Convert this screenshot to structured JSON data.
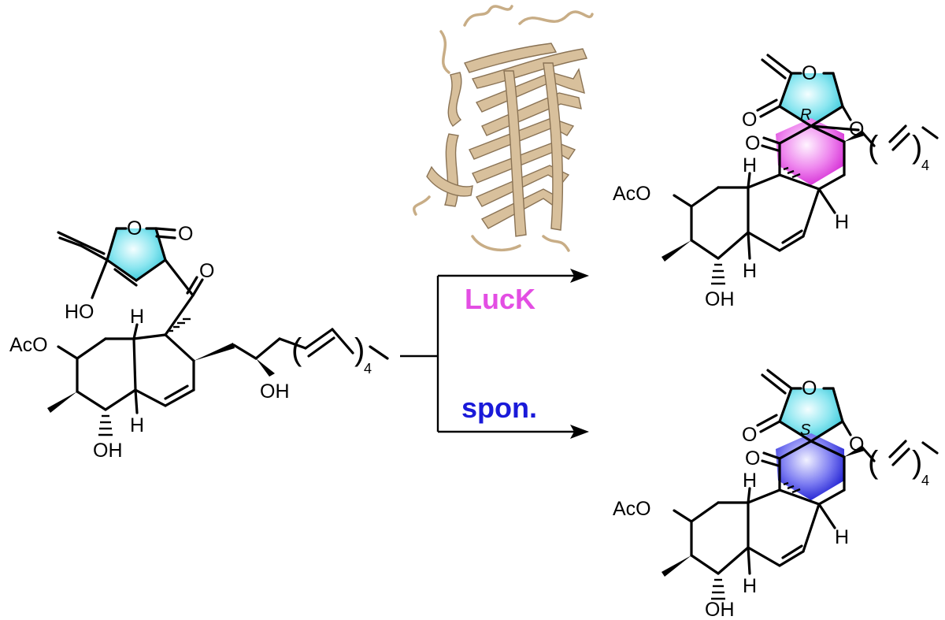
{
  "reaction": {
    "enzyme_label": "LucK",
    "spontaneous_label": "spon.",
    "colors": {
      "enzyme": "#e34ee3",
      "spontaneous": "#1a1ad9",
      "furanone_ring": "#7be0ec",
      "protein": "#d8c09c"
    }
  },
  "substrate": {
    "labels": {
      "O_ring": "O",
      "O_carbonyl": "O",
      "O_ketone": "O",
      "HO": "HO",
      "AcO": "AcO",
      "H_top": "H",
      "H_bottom": "H",
      "OH_side": "OH",
      "OH_bottom": "OH",
      "repeat": "4"
    }
  },
  "product_r": {
    "stereo": "R",
    "labels": {
      "O_ring": "O",
      "O_spiro": "O",
      "O_lactone": "O",
      "O_ketone": "O",
      "AcO": "AcO",
      "H_top": "H",
      "H_right": "H",
      "H_bottom": "H",
      "OH": "OH",
      "repeat": "4"
    }
  },
  "product_s": {
    "stereo": "S",
    "labels": {
      "O_ring": "O",
      "O_spiro": "O",
      "O_lactone": "O",
      "O_ketone": "O",
      "AcO": "AcO",
      "H_top": "H",
      "H_right": "H",
      "H_bottom": "H",
      "OH": "OH",
      "repeat": "4"
    }
  }
}
